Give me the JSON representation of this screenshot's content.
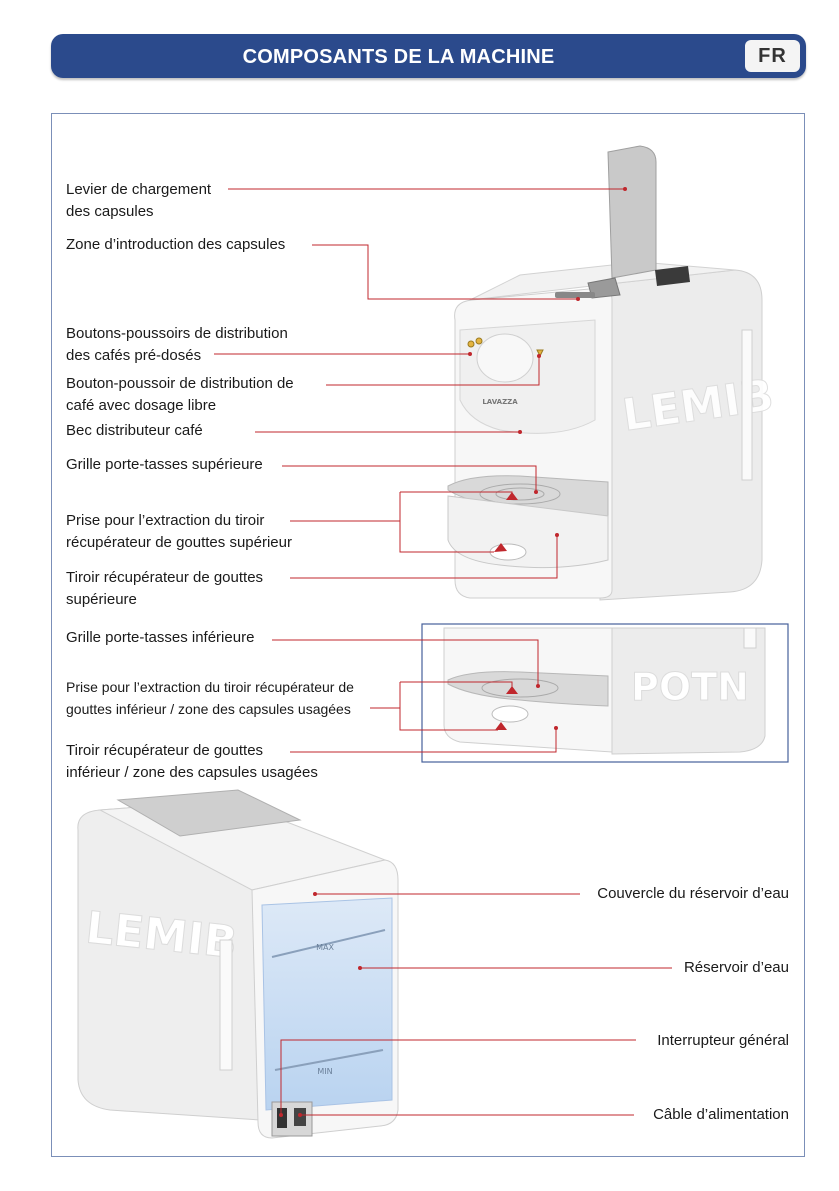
{
  "header": {
    "title": "COMPOSANTS DE LA MACHINE",
    "lang": "FR"
  },
  "brand": {
    "logo_text": "LAVAZZA",
    "accent_line": "#c0272d",
    "header_color": "#2b4a8c"
  },
  "top_labels": [
    {
      "id": "levier",
      "lines": [
        "Levier de chargement",
        "des capsules"
      ]
    },
    {
      "id": "zone-intro",
      "lines": [
        "Zone d’introduction des capsules"
      ]
    },
    {
      "id": "boutons-predoses",
      "lines": [
        "Boutons-poussoirs de distribution",
        "des cafés pré-dosés"
      ]
    },
    {
      "id": "bouton-libre",
      "lines": [
        "Bouton-poussoir de distribution de",
        "café avec dosage libre"
      ]
    },
    {
      "id": "bec",
      "lines": [
        "Bec distributeur café"
      ]
    },
    {
      "id": "grille-sup",
      "lines": [
        "Grille porte-tasses supérieure"
      ]
    },
    {
      "id": "prise-sup",
      "lines": [
        "Prise pour l’extraction du tiroir",
        "récupérateur de gouttes supérieur"
      ]
    },
    {
      "id": "tiroir-sup",
      "lines": [
        "Tiroir récupérateur de gouttes",
        "supérieure"
      ]
    },
    {
      "id": "grille-inf",
      "lines": [
        "Grille porte-tasses inférieure"
      ]
    },
    {
      "id": "prise-inf",
      "lines": [
        "Prise pour l’extraction du tiroir récupérateur de",
        "gouttes inférieur / zone des capsules usagées"
      ]
    },
    {
      "id": "tiroir-inf",
      "lines": [
        "Tiroir récupérateur de gouttes",
        "inférieur / zone des capsules usagées"
      ]
    }
  ],
  "bottom_labels": [
    {
      "id": "couvercle",
      "text": "Couvercle du réservoir d’eau"
    },
    {
      "id": "reservoir",
      "text": "Réservoir d’eau"
    },
    {
      "id": "interrupteur",
      "text": "Interrupteur général"
    },
    {
      "id": "cable",
      "text": "Câble d’alimentation"
    }
  ],
  "tank_marks": {
    "max": "MAX",
    "min": "MIN"
  }
}
